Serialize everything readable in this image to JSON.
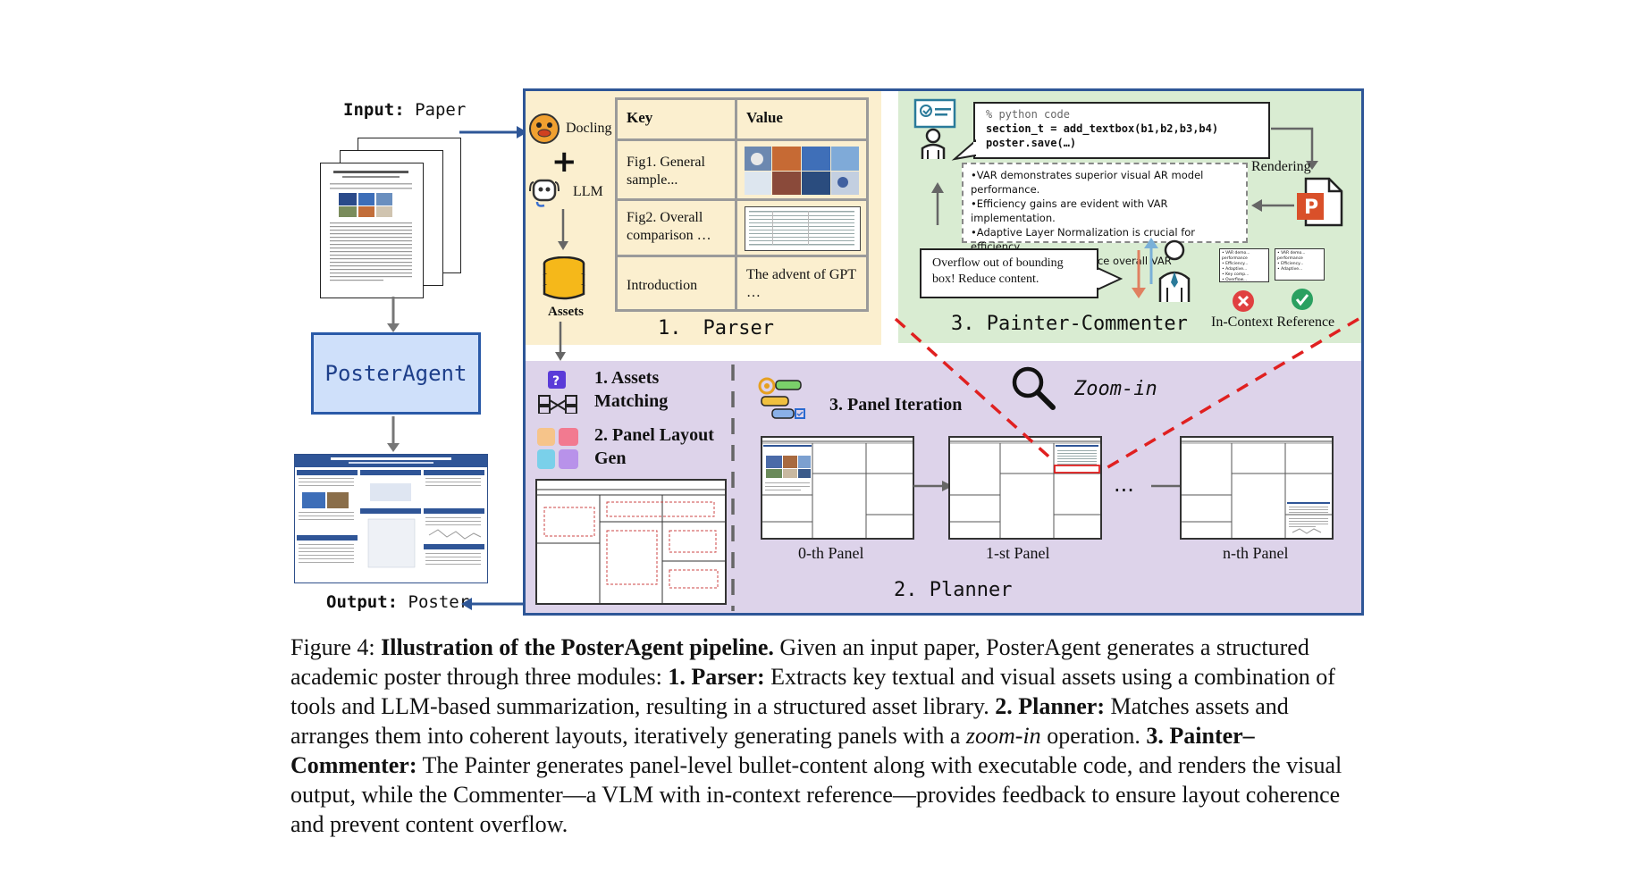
{
  "figure": {
    "input_label_bold": "Input:",
    "input_label_rest": " Paper",
    "output_label_bold": "Output:",
    "output_label_rest": " Poster",
    "agent_name": "PosterAgent"
  },
  "parser": {
    "tool_docling": "Docling",
    "tool_llm": "LLM",
    "plus": "+",
    "assets_label": "Assets",
    "table": {
      "header_key": "Key",
      "header_value": "Value",
      "rows": [
        {
          "key": "Fig1. General sample...",
          "value": ""
        },
        {
          "key": "Fig2. Overall comparison …",
          "value": ""
        },
        {
          "key": "Introduction",
          "value": "The advent of GPT …"
        }
      ]
    },
    "title_number": "1.",
    "title": "Parser"
  },
  "planner": {
    "step1_number": "1.",
    "step1_label": "Assets Matching",
    "step2_number": "2.",
    "step2_label": "Panel Layout Gen",
    "step3_label": "3. Panel Iteration",
    "zoom_label": "Zoom-in",
    "panels": [
      "0-th Panel",
      "1-st Panel",
      "n-th Panel"
    ],
    "ellipsis": "...",
    "title": "2. Planner"
  },
  "painter": {
    "code_comment": "% python code",
    "code_line1": "section_t = add_textbox(b1,b2,b3,b4)",
    "code_line2": "poster.save(…)",
    "bullets": [
      "•VAR demonstrates superior visual AR model performance.",
      "•Efficiency gains are evident with VAR implementation.",
      "•Adaptive Layer Normalization is crucial for efficiency.",
      "•Key components enhance overall VAR effectiveness."
    ],
    "rendering_label": "Rendering",
    "comment": "Overflow out of bounding box! Reduce content.",
    "reference_label": "In-Context Reference",
    "title": "3. Painter-Commenter"
  },
  "caption": {
    "prefix": "Figure 4: ",
    "bold_title": "Illustration of the PosterAgent pipeline.",
    "t1": " Given an input paper, PosterAgent generates a structured academic poster through three modules: ",
    "m1": "1. Parser:",
    "t2": " Extracts key textual and visual assets using a combination of tools and LLM-based summarization, resulting in a structured asset library. ",
    "m2": "2. Planner:",
    "t3": " Matches assets and arranges them into coherent layouts, iteratively generating panels with a ",
    "zoom": "zoom-in",
    "t4": " operation. ",
    "m3": "3. Painter–Commenter:",
    "t5": " The Painter generates panel-level bullet-content along with executable code, and renders the visual output, while the Commenter—a VLM with in-context reference—provides feedback to ensure layout coherence and prevent content overflow."
  },
  "colors": {
    "frame_blue": "#2e5697",
    "parser_bg": "#fbefcf",
    "painter_bg": "#d9ecd2",
    "planner_bg": "#ddd3ea",
    "agent_bg": "#cfe0fa",
    "zoom_red": "#e02020"
  }
}
